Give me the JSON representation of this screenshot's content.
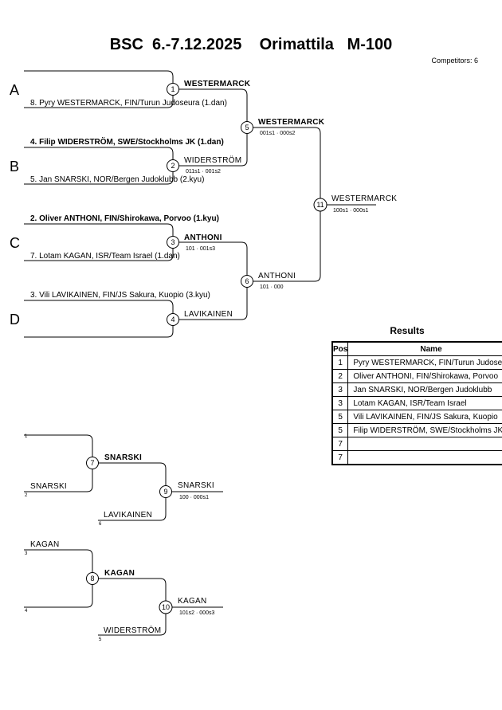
{
  "header": {
    "title": "BSC  6.-7.12.2025    Orimattila   M-100",
    "competitors": "Competitors: 6"
  },
  "pools": [
    "A",
    "B",
    "C",
    "D"
  ],
  "entries": [
    "8. Pyry WESTERMARCK, FIN/Turun Judoseura (1.dan)",
    "4. Filip WIDERSTRÖM, SWE/Stockholms JK (1.dan)",
    "5. Jan SNARSKI, NOR/Bergen Judoklubb (2.kyu)",
    "2. Oliver ANTHONI, FIN/Shirokawa, Porvoo (1.kyu)",
    "7. Lotam KAGAN, ISR/Team Israel (1.dan)",
    "3. Vili LAVIKAINEN, FIN/JS Sakura, Kuopio (3.kyu)"
  ],
  "matches": {
    "m1": {
      "num": "1",
      "winner": "WESTERMARCK",
      "score": ""
    },
    "m2": {
      "num": "2",
      "winner": "WIDERSTRÖM",
      "score": "011s1 · 001s2"
    },
    "m3": {
      "num": "3",
      "winner": "ANTHONI",
      "score": "101 · 001s3"
    },
    "m4": {
      "num": "4",
      "winner": "LAVIKAINEN",
      "score": ""
    },
    "m5": {
      "num": "5",
      "winner": "WESTERMARCK",
      "score": "001s1 · 000s2"
    },
    "m6": {
      "num": "6",
      "winner": "ANTHONI",
      "score": "101 · 000"
    },
    "m11": {
      "num": "11",
      "winner": "WESTERMARCK",
      "score": "100s1 · 000s1"
    },
    "m7": {
      "num": "7",
      "winner": "SNARSKI",
      "score": ""
    },
    "m9": {
      "num": "9",
      "winner": "SNARSKI",
      "score": "100 · 000s1"
    },
    "m8": {
      "num": "8",
      "winner": "KAGAN",
      "score": ""
    },
    "m10": {
      "num": "10",
      "winner": "KAGAN",
      "score": "101s2 · 000s3"
    }
  },
  "repechage": {
    "r1_top_num": "1",
    "r1_bottom_name": "SNARSKI",
    "r1_bottom_num": "2",
    "r1_lower_name": "LAVIKAINEN",
    "r1_lower_num": "6",
    "r2_top_name": "KAGAN",
    "r2_top_num": "3",
    "r2_bottom_num": "4",
    "r2_lower_name": "WIDERSTRÖM",
    "r2_lower_num": "5"
  },
  "results": {
    "title": "Results",
    "col_pos": "Pos",
    "col_name": "Name",
    "rows": [
      {
        "pos": "1",
        "name": "Pyry WESTERMARCK, FIN/Turun Judoseura"
      },
      {
        "pos": "2",
        "name": "Oliver ANTHONI, FIN/Shirokawa, Porvoo"
      },
      {
        "pos": "3",
        "name": "Jan SNARSKI, NOR/Bergen Judoklubb"
      },
      {
        "pos": "3",
        "name": "Lotam KAGAN, ISR/Team Israel"
      },
      {
        "pos": "5",
        "name": "Vili LAVIKAINEN, FIN/JS Sakura, Kuopio"
      },
      {
        "pos": "5",
        "name": "Filip WIDERSTRÖM, SWE/Stockholms JK"
      },
      {
        "pos": "7",
        "name": ""
      },
      {
        "pos": "7",
        "name": ""
      }
    ]
  }
}
